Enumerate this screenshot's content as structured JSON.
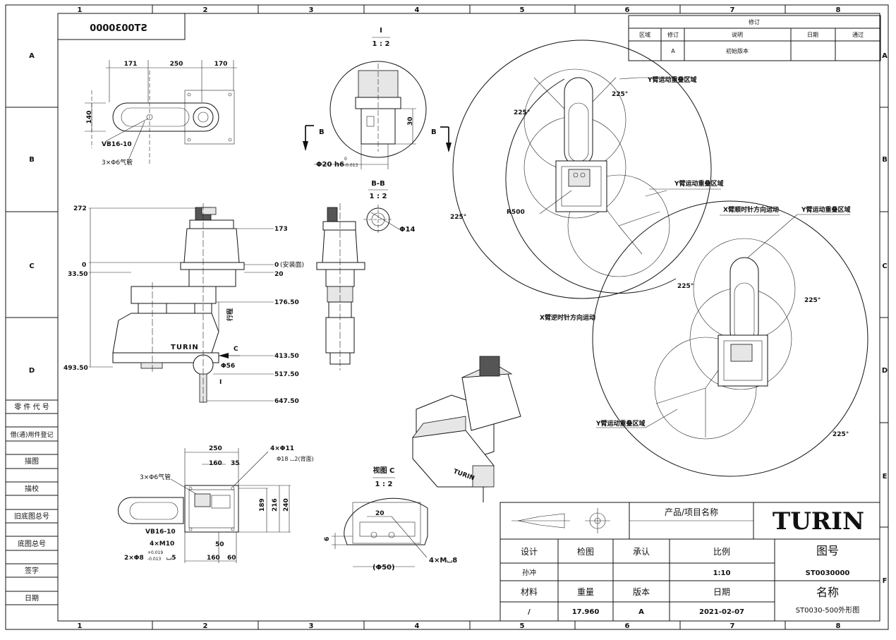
{
  "zone_cols": [
    "1",
    "2",
    "3",
    "4",
    "5",
    "6",
    "7",
    "8"
  ],
  "zone_rows": [
    "A",
    "B",
    "C",
    "D",
    "E",
    "F"
  ],
  "drawing_code_mirrored": "ST0030000",
  "left_panel": [
    "零 件 代 号",
    "借(通)用件登记",
    "描图",
    "描校",
    "旧底图总号",
    "底图总号",
    "签字",
    "日期"
  ],
  "revision": {
    "title": "修订",
    "headers": [
      "区域",
      "修订",
      "说明",
      "日期",
      "通过"
    ],
    "row": [
      "",
      "A",
      "初始版本",
      "",
      ""
    ]
  },
  "top_view": {
    "dims": [
      "171",
      "250",
      "170",
      "140"
    ],
    "labels": [
      "VB16-10",
      "3×Φ6气管"
    ]
  },
  "detail_i": {
    "label": "I",
    "scale": "1 : 2",
    "dim_30": "30",
    "shaft": "Φ20 h6",
    "tol_upper": "0",
    "tol_lower": "-0.013"
  },
  "section_bb": {
    "label": "B-B",
    "scale": "1 : 2",
    "dia": "Φ14"
  },
  "section_marks": [
    "B",
    "B"
  ],
  "front_view": {
    "left_dims": [
      "272",
      "0",
      "33.50",
      "493.50"
    ],
    "right_dims": [
      "173",
      "0",
      "(安装面)",
      "20",
      "176.50",
      "413.50",
      "517.50",
      "647.50"
    ],
    "stroke": "行程",
    "dia56": "Φ56",
    "brand": "TURIN",
    "c_mark": "C",
    "i_mark": "I"
  },
  "base_view": {
    "dims": [
      "250",
      "160",
      "35",
      "189",
      "216",
      "240",
      "50",
      "160",
      "60"
    ],
    "holes": "4×Φ11",
    "counterbore": "Φ18 ⌴2(背面)",
    "air": "3×Φ6气管",
    "connector": "VB16-10",
    "m10": "4×M10",
    "pins": "2×Φ8",
    "pin_tol_upper": "+0.019",
    "pin_tol_lower": "-0.013",
    "pin_depth": "⌴5"
  },
  "view_c": {
    "label": "视图 C",
    "scale": "1 : 2",
    "dim_20": "20",
    "dim_6": "6",
    "dia": "(Φ50)",
    "thread": "4×M⌴8"
  },
  "workspace": {
    "angles": [
      "225°",
      "225°",
      "225°",
      "225°",
      "225°",
      "225°"
    ],
    "radius": "R500",
    "y_overlap_1": "Y臂运动重叠区域",
    "y_overlap_2": "Y臂运动重叠区域",
    "y_overlap_3": "Y臂运动重叠区域",
    "y_overlap_4": "Y臂运动重叠区域",
    "x_ccw": "X臂逆时针方向运动",
    "x_cw": "X臂顺时针方向运动"
  },
  "title_block": {
    "product_label": "产品/项目名称",
    "brand": "TURIN",
    "design": "设计",
    "check": "检图",
    "approve": "承认",
    "scale_label": "比例",
    "drawing_no_label": "图号",
    "designer": "孙冲",
    "scale": "1:10",
    "drawing_no": "ST0030000",
    "material_label": "材料",
    "weight_label": "重量",
    "version_label": "版本",
    "date_label": "日期",
    "name_label": "名称",
    "material": "/",
    "weight": "17.960",
    "version": "A",
    "date": "2021-02-07",
    "name": "ST0030-500外形图"
  }
}
